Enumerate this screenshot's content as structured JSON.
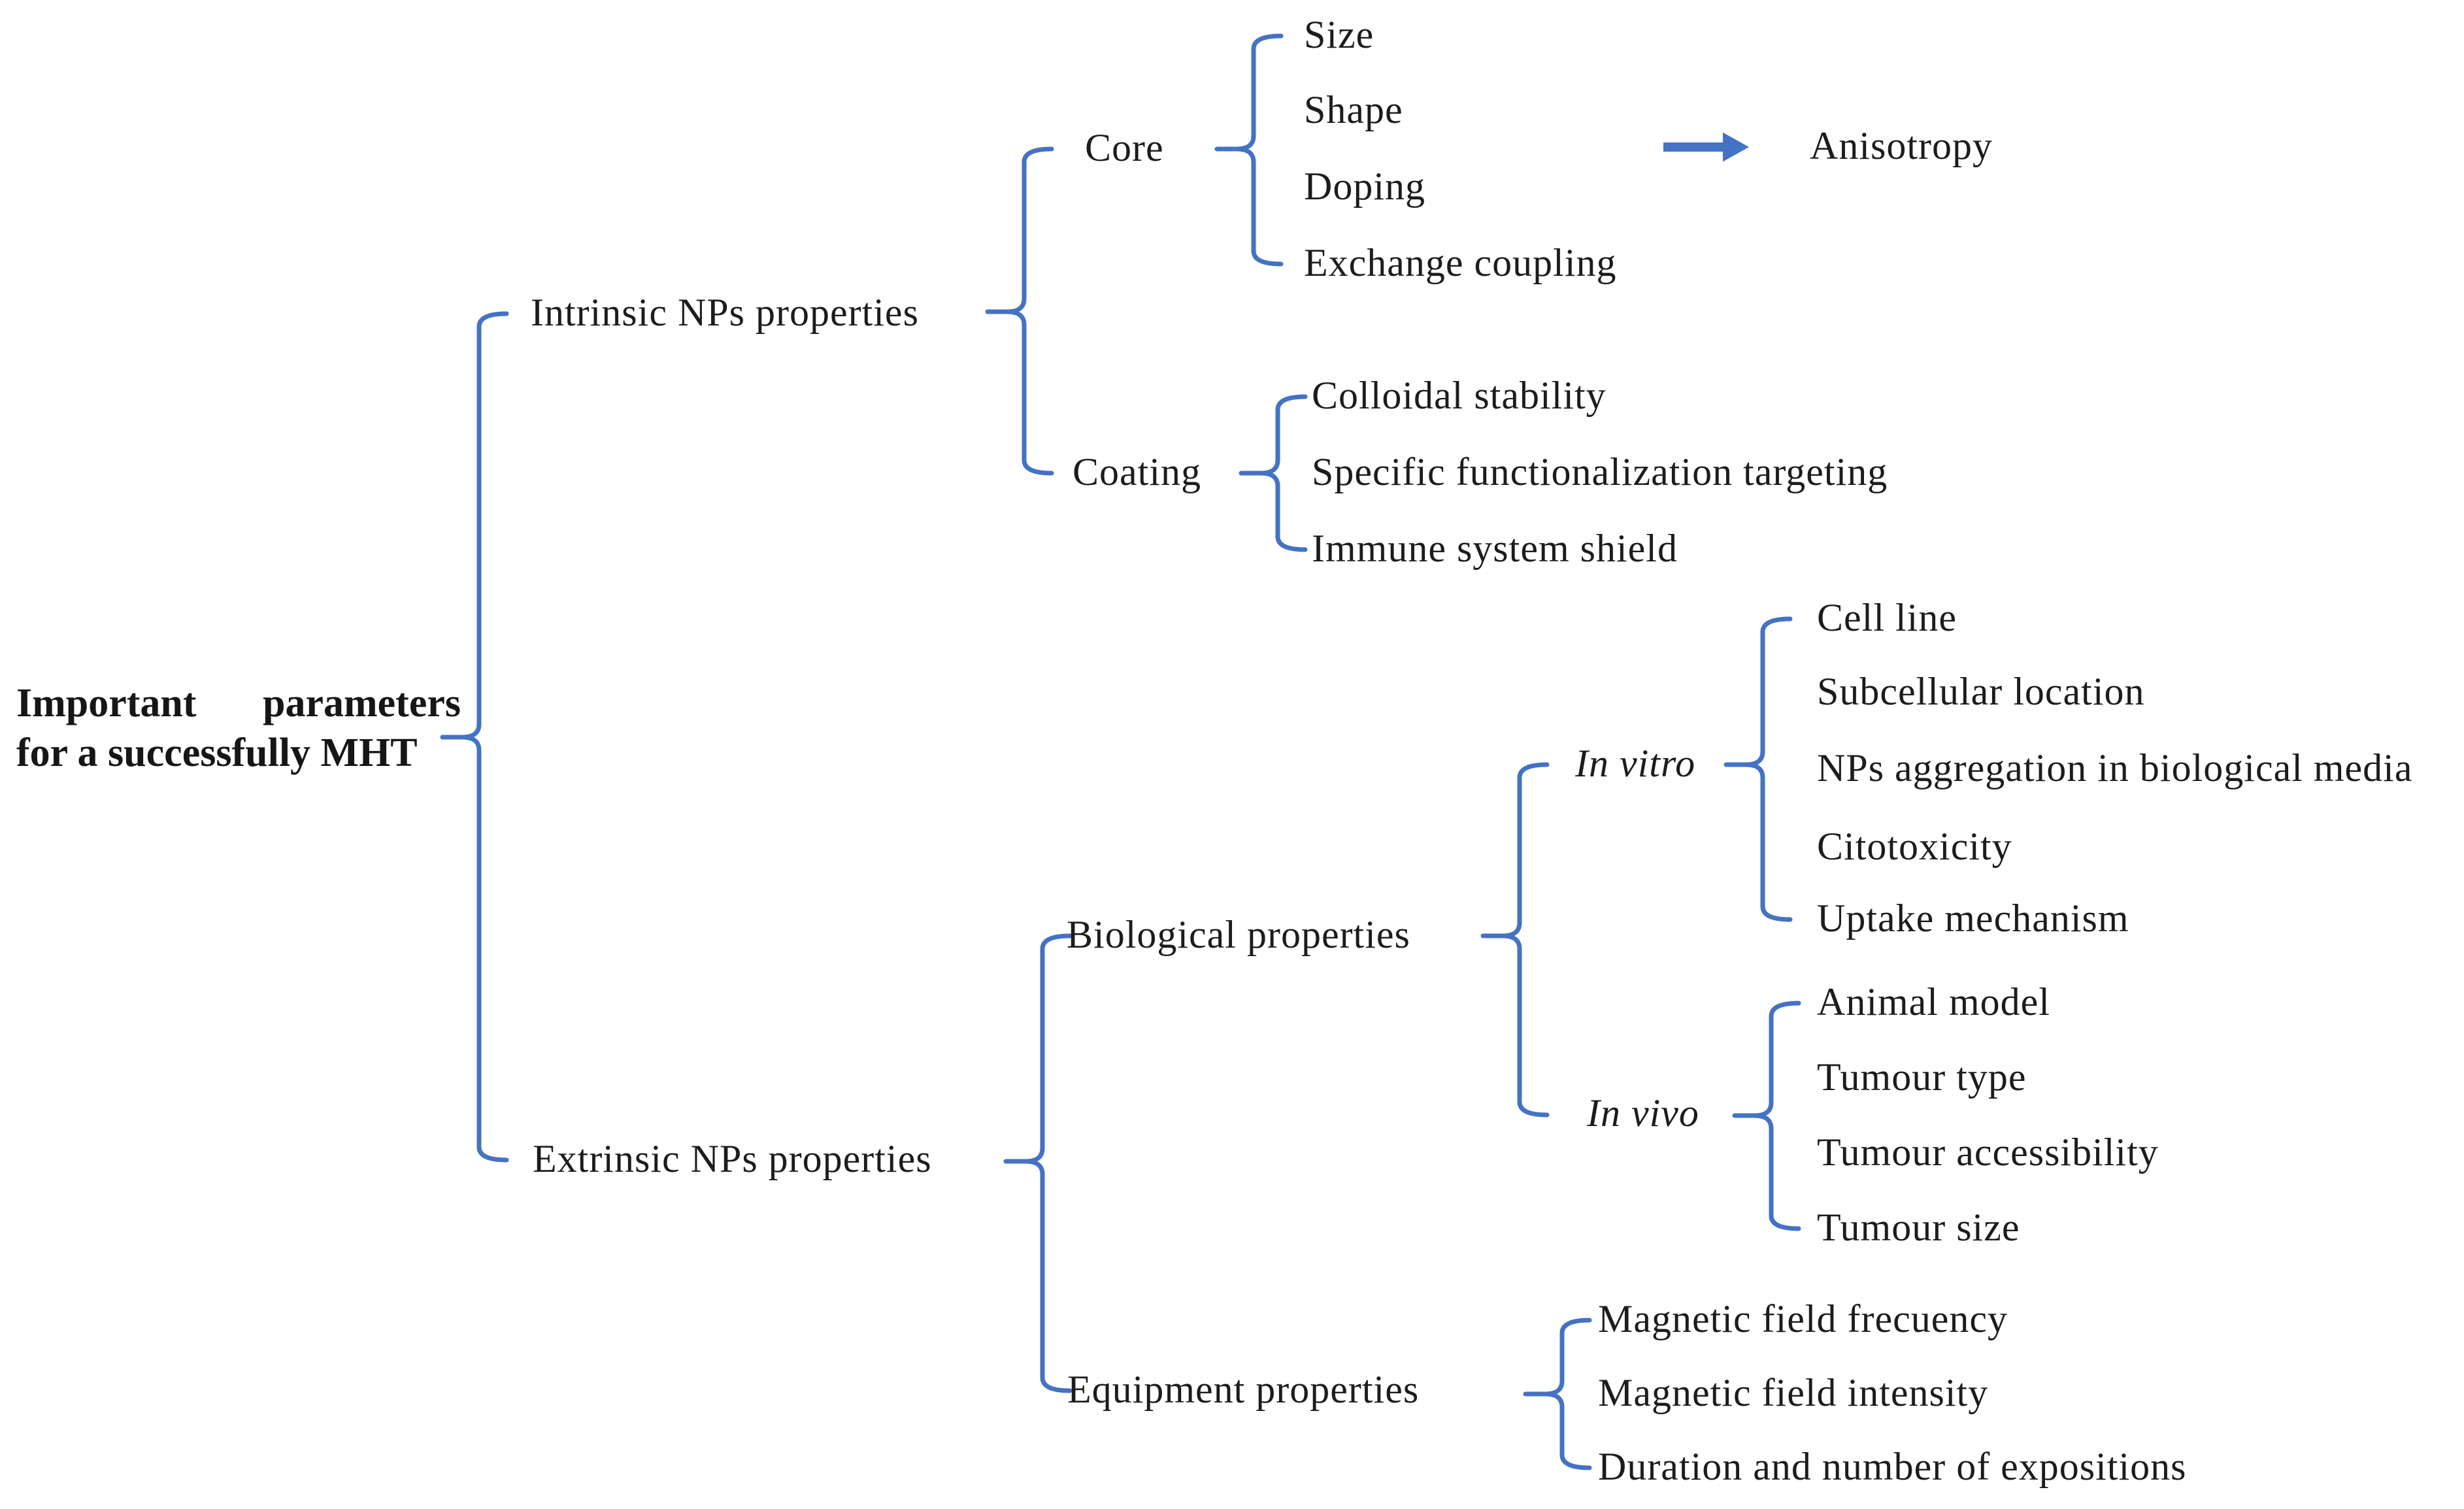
{
  "diagram": {
    "colors": {
      "brace": "#4472C4",
      "arrow": "#4472C4",
      "text": "#1c1c1c",
      "background": "#ffffff"
    },
    "root": {
      "line1_word1": "Important",
      "line1_word2": "parameters",
      "line2": "for a successfully MHT"
    },
    "nodes": {
      "intrinsic": {
        "label": "Intrinsic NPs properties"
      },
      "extrinsic": {
        "label": "Extrinsic NPs properties"
      },
      "core": {
        "label": "Core"
      },
      "coating": {
        "label": "Coating"
      },
      "biological": {
        "label": "Biological properties"
      },
      "equipment": {
        "label": "Equipment properties"
      },
      "invitro": {
        "label": "In vitro"
      },
      "invivo": {
        "label": "In vivo"
      },
      "anisotropy": {
        "label": "Anisotropy"
      }
    },
    "leaves": {
      "core": [
        "Size",
        "Shape",
        "Doping",
        "Exchange coupling"
      ],
      "coating": [
        "Colloidal stability",
        "Specific functionalization targeting",
        "Immune system shield"
      ],
      "invitro": [
        "Cell line",
        "Subcellular location",
        "NPs aggregation in biological media",
        "Citotoxicity",
        "Uptake mechanism"
      ],
      "invivo": [
        "Animal model",
        "Tumour type",
        "Tumour accessibility",
        "Tumour size"
      ],
      "equipment": [
        "Magnetic field frecuency",
        "Magnetic field intensity",
        "Duration and number of expositions"
      ]
    }
  }
}
